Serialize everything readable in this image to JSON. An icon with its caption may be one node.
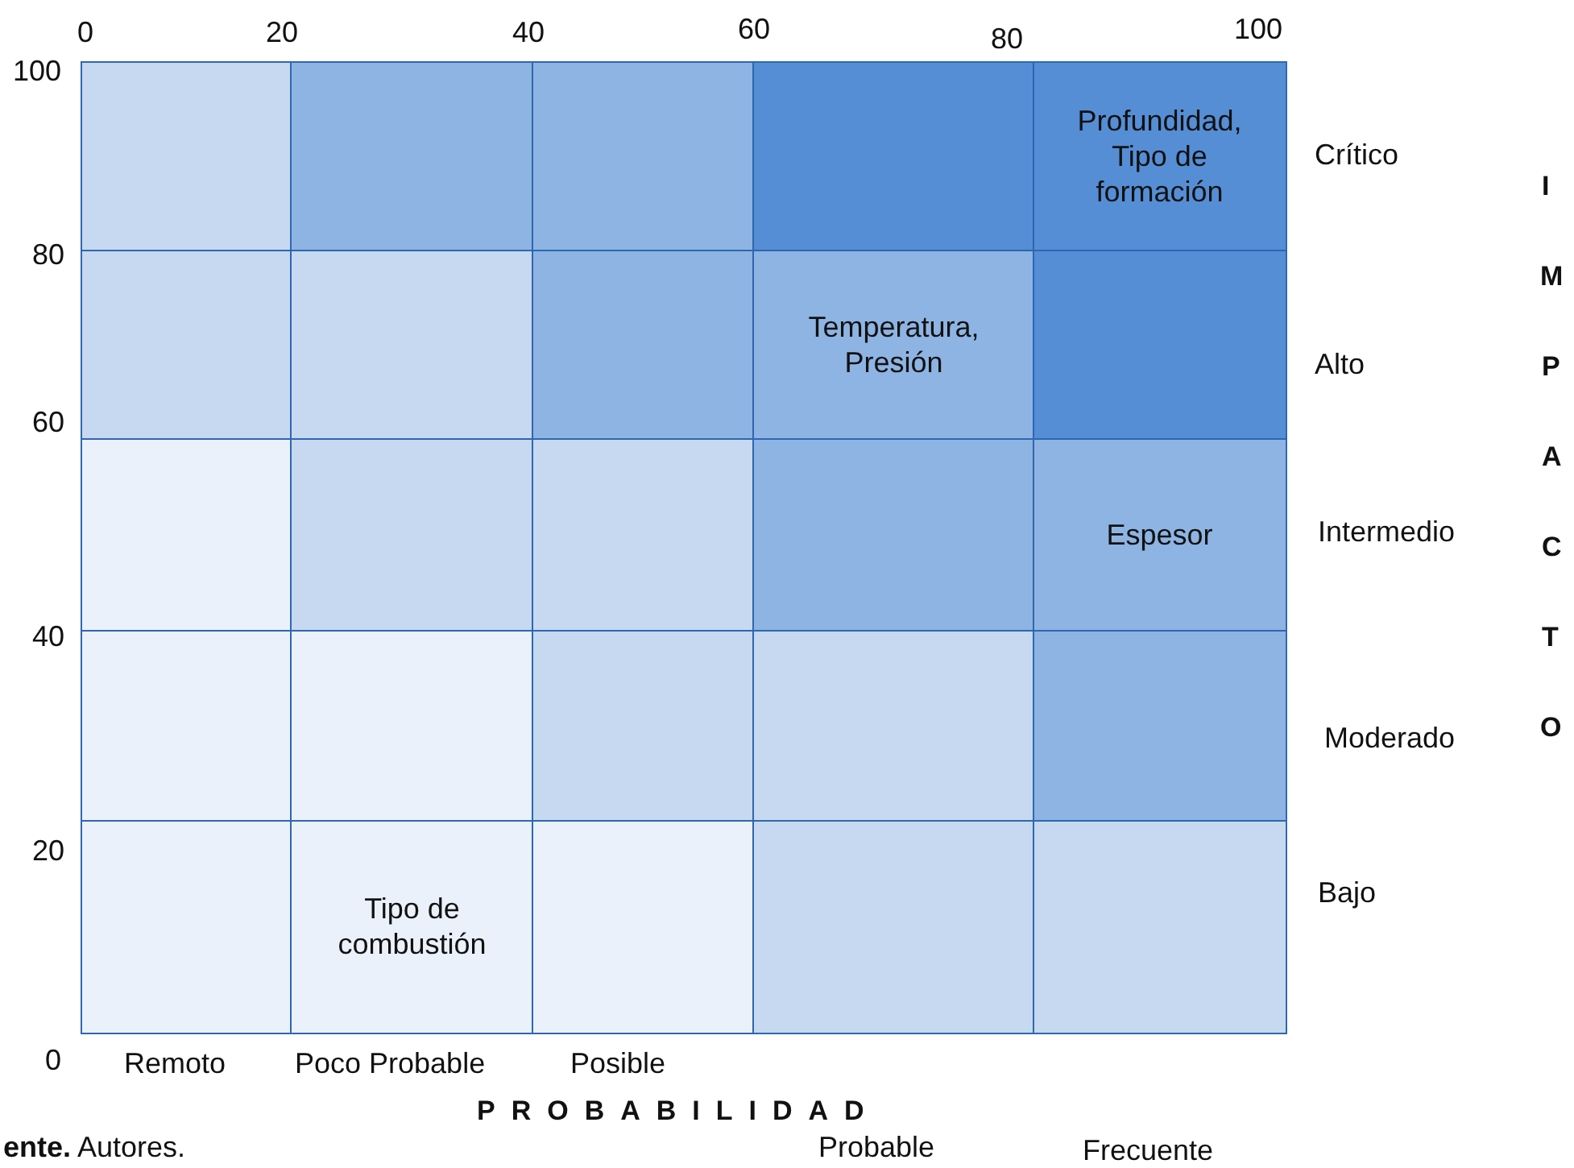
{
  "diagram": {
    "caption": "**ente.** Autores.",
    "nodes": [
      {
        "text": [],
        "shape": "box"
      },
      {
        "text": [],
        "shape": "box"
      },
      {
        "text": [],
        "shape": "box"
      },
      {
        "text": [],
        "shape": "box"
      },
      {
        "text": [
          "Profundidad, Tipo de formación"
        ]
      },
      {
        "text": [],
        "shape": "box"
      },
      {
        "text": [],
        "shape": "box"
      },
      {
        "text": [],
        "shape": "box"
      },
      {
        "text": [
          "Temperatura, Presión"
        ]
      },
      {
        "text": [],
        "shape": "box"
      },
      {
        "text": [],
        "shape": "box"
      },
      {
        "text": [],
        "shape": "box"
      },
      {
        "text": [],
        "shape": "box"
      },
      {
        "text": [],
        "shape": "box"
      },
      {
        "text": [
          "Espesor"
        ]
      },
      {
        "text": [],
        "shape": "box"
      },
      {
        "text": [],
        "shape": "box"
      },
      {
        "text": [],
        "shape": "box"
      },
      {
        "text": [],
        "shape": "box"
      },
      {
        "text": [],
        "shape": "box"
      },
      {
        "text": [],
        "shape": "box"
      },
      {
        "text": [
          "Tipo de combustión"
        ]
      },
      {
        "text": [],
        "shape": "box"
      },
      {
        "text": [],
        "shape": "box"
      },
      {
        "text": [],
        "shape": "box"
      }
    ],
    "edges": [],
    "labels": [
      "0",
      "20",
      "40",
      "60",
      "80",
      "100",
      "100",
      "Crítico",
      "I",
      "80",
      "M",
      "Alto",
      "P",
      "60",
      "A",
      "Intermedio",
      "C",
      "40",
      "T",
      "Moderado",
      "O",
      "20",
      "Bajo",
      "0",
      "Remoto",
      "Poco Probable",
      "Posible",
      "PROBABILIDAD",
      "Probable",
      "Frecuente"
    ]
  }
}
